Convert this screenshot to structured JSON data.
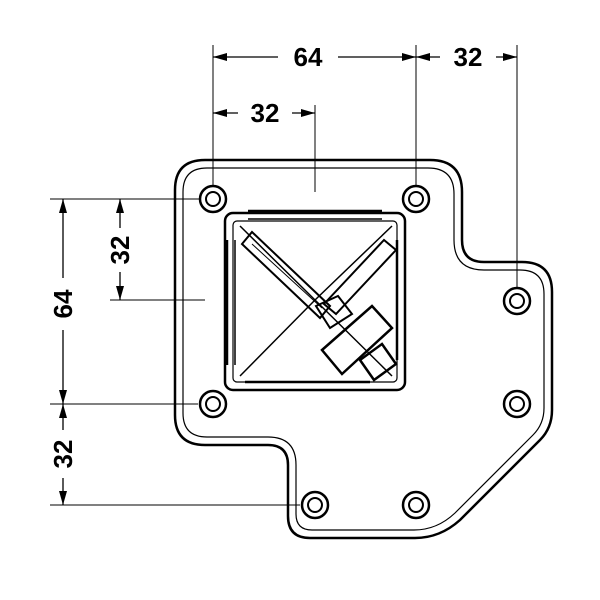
{
  "dimensions": {
    "top_outer_horizontal": "64",
    "top_right_horizontal": "32",
    "top_inner_horizontal": "32",
    "left_inner_vertical": "32",
    "left_outer_vertical": "64",
    "left_bottom_vertical": "32"
  },
  "colors": {
    "stroke": "#000000",
    "background": "#ffffff"
  }
}
